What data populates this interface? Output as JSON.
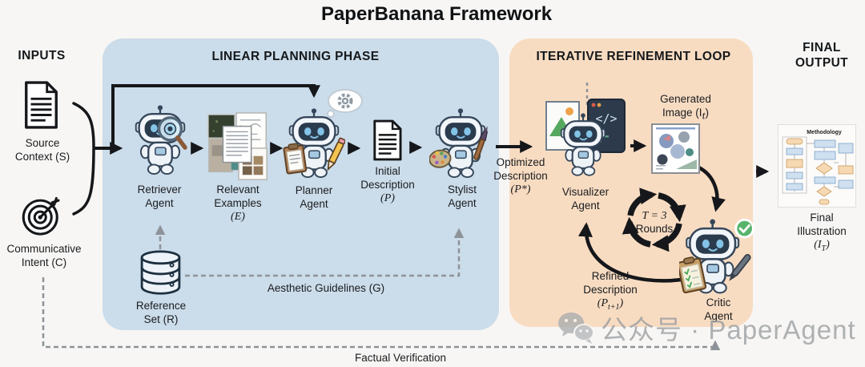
{
  "title": "PaperBanana Framework",
  "colors": {
    "planning_bg": "#cbdcea",
    "refinement_bg": "#f8dcc2",
    "arrow": "#15171a",
    "dashed": "#8e9399",
    "watermark_text": "#9a9da0",
    "check_badge": "#57b46c"
  },
  "inputs": {
    "heading": "INPUTS",
    "source": {
      "line1": "Source",
      "line2": "Context (S)"
    },
    "intent": {
      "line1": "Communicative",
      "line2": "Intent (C)"
    }
  },
  "planning": {
    "heading": "LINEAR PLANNING PHASE",
    "retriever": {
      "line1": "Retriever",
      "line2": "Agent"
    },
    "examples": {
      "line1": "Relevant",
      "line2": "Examples",
      "line3": "(E)"
    },
    "planner": {
      "line1": "Planner",
      "line2": "Agent"
    },
    "initial": {
      "line1": "Initial",
      "line2": "Description",
      "line3": "(P)"
    },
    "stylist": {
      "line1": "Stylist",
      "line2": "Agent"
    },
    "reference": {
      "line1": "Reference",
      "line2": "Set (R)"
    },
    "aesthetic": "Aesthetic Guidelines (G)"
  },
  "refinement": {
    "heading": "ITERATIVE REFINEMENT LOOP",
    "optimized": {
      "line1": "Optimized",
      "line2": "Description",
      "line3": "(P*)"
    },
    "visualizer": {
      "line1": "Visualizer",
      "line2": "Agent"
    },
    "code_glyph": "</>",
    "generated": {
      "line1": "Generated",
      "line2_pre": "Image (I",
      "line2_sub": "t",
      "line2_post": ")"
    },
    "cycle": {
      "line1": "T = 3",
      "line2": "Rounds"
    },
    "refined": {
      "line1": "Refined",
      "line2": "Description",
      "line3_pre": "(P",
      "line3_sub": "t+1",
      "line3_post": ")"
    },
    "critic": {
      "line1": "Critic",
      "line2": "Agent"
    }
  },
  "output": {
    "heading_line1": "FINAL",
    "heading_line2": "OUTPUT",
    "thumb_title": "Methodology",
    "final": {
      "line1": "Final",
      "line2": "Illustration",
      "line3_pre": "(I",
      "line3_sub": "T",
      "line3_post": ")"
    }
  },
  "footer": {
    "factual": "Factual Verification"
  },
  "watermark": {
    "text": "公众号 · PaperAgent"
  }
}
